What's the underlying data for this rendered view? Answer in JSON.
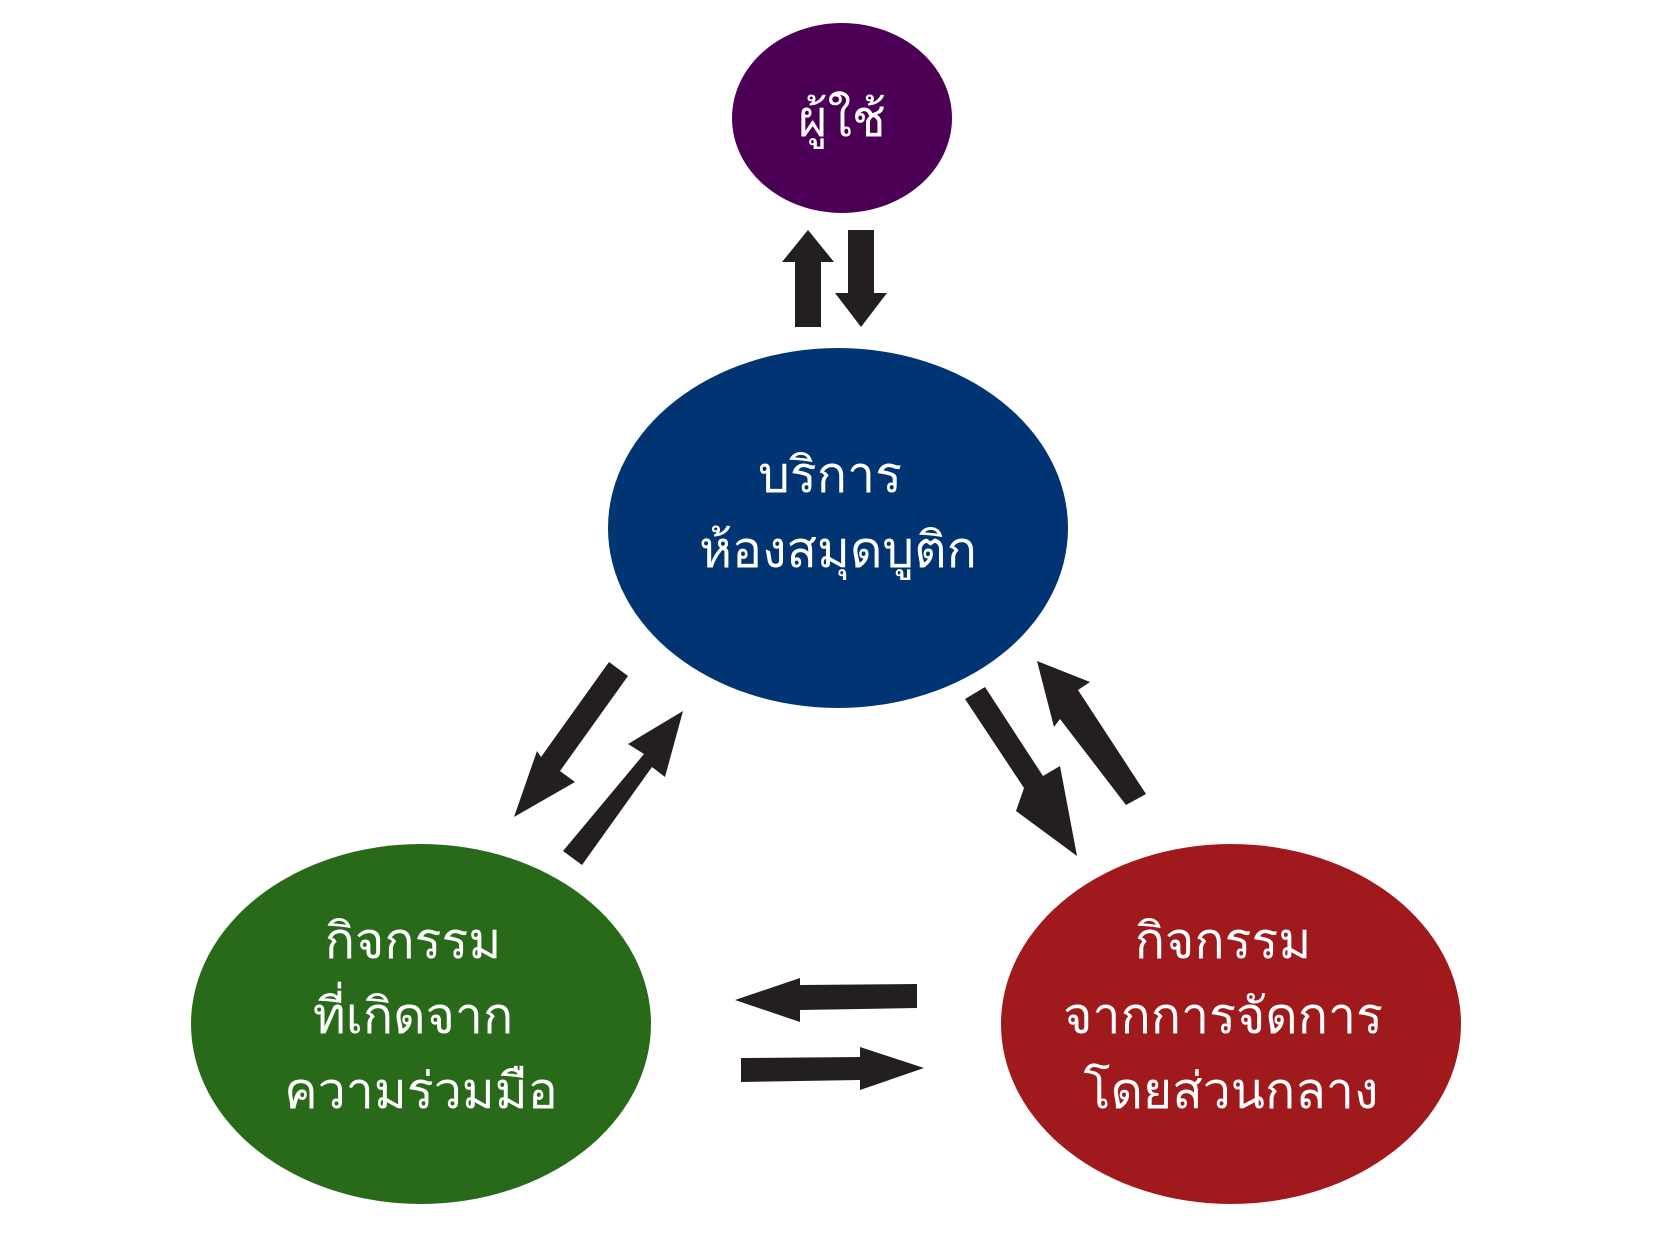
{
  "nodes": {
    "user": {
      "lines": [
        "ผู้ใช้"
      ],
      "color": "#4b0055"
    },
    "service": {
      "lines": [
        "บริการ",
        "ห้องสมุดบูติก"
      ],
      "color": "#003473"
    },
    "collab": {
      "lines": [
        "กิจกรรม",
        "ที่เกิดจาก",
        "ความร่วมมือ"
      ],
      "color": "#29691a"
    },
    "central": {
      "lines": [
        "กิจกรรม",
        "จากการจัดการ",
        "โดยส่วนกลาง"
      ],
      "color": "#a0191c"
    }
  },
  "edges": [
    {
      "from": "service",
      "to": "user"
    },
    {
      "from": "user",
      "to": "service"
    },
    {
      "from": "service",
      "to": "collab"
    },
    {
      "from": "collab",
      "to": "service"
    },
    {
      "from": "service",
      "to": "central"
    },
    {
      "from": "central",
      "to": "service"
    },
    {
      "from": "central",
      "to": "collab"
    },
    {
      "from": "collab",
      "to": "central"
    }
  ],
  "colors": {
    "arrow": "#231f20",
    "text": "#ffffff"
  }
}
